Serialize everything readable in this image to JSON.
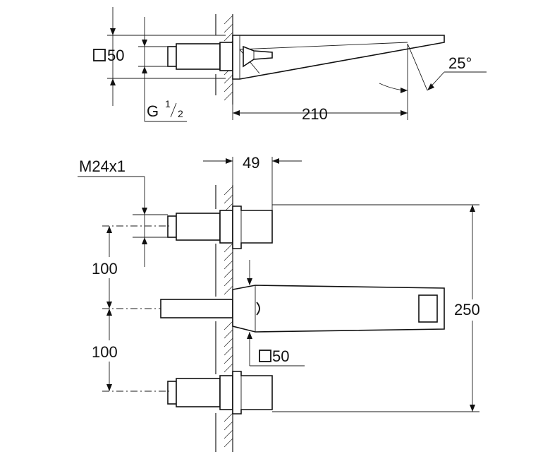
{
  "top_view": {
    "square_label": "50",
    "thread_label_main": "G",
    "thread_label_num": "1",
    "thread_label_den": "2",
    "length_label": "210",
    "angle_label": "25°"
  },
  "front_view": {
    "thread_label": "M24x1",
    "depth_label": "49",
    "spacing_upper": "100",
    "spacing_lower": "100",
    "overall_height": "250",
    "square_label": "50"
  }
}
